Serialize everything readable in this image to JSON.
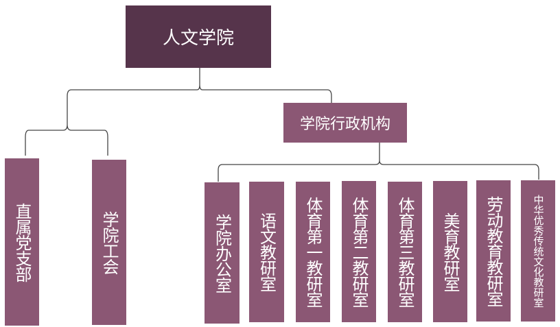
{
  "root": {
    "label": "人文学院"
  },
  "left_children": [
    {
      "label": "直属党支部"
    },
    {
      "label": "学院工会"
    }
  ],
  "admin": {
    "label": "学院行政机构"
  },
  "admin_children": [
    {
      "label": "学院办公室"
    },
    {
      "label": "语文教研室"
    },
    {
      "label": "体育第一教研室"
    },
    {
      "label": "体育第二教研室"
    },
    {
      "label": "体育第三教研室"
    },
    {
      "label": "美育教研室"
    },
    {
      "label": "劳动教育教研室"
    },
    {
      "label": "中华优秀传统文化教研室"
    }
  ],
  "colors": {
    "root": "#56344b",
    "node": "#8b5774",
    "connector": "#444444"
  }
}
